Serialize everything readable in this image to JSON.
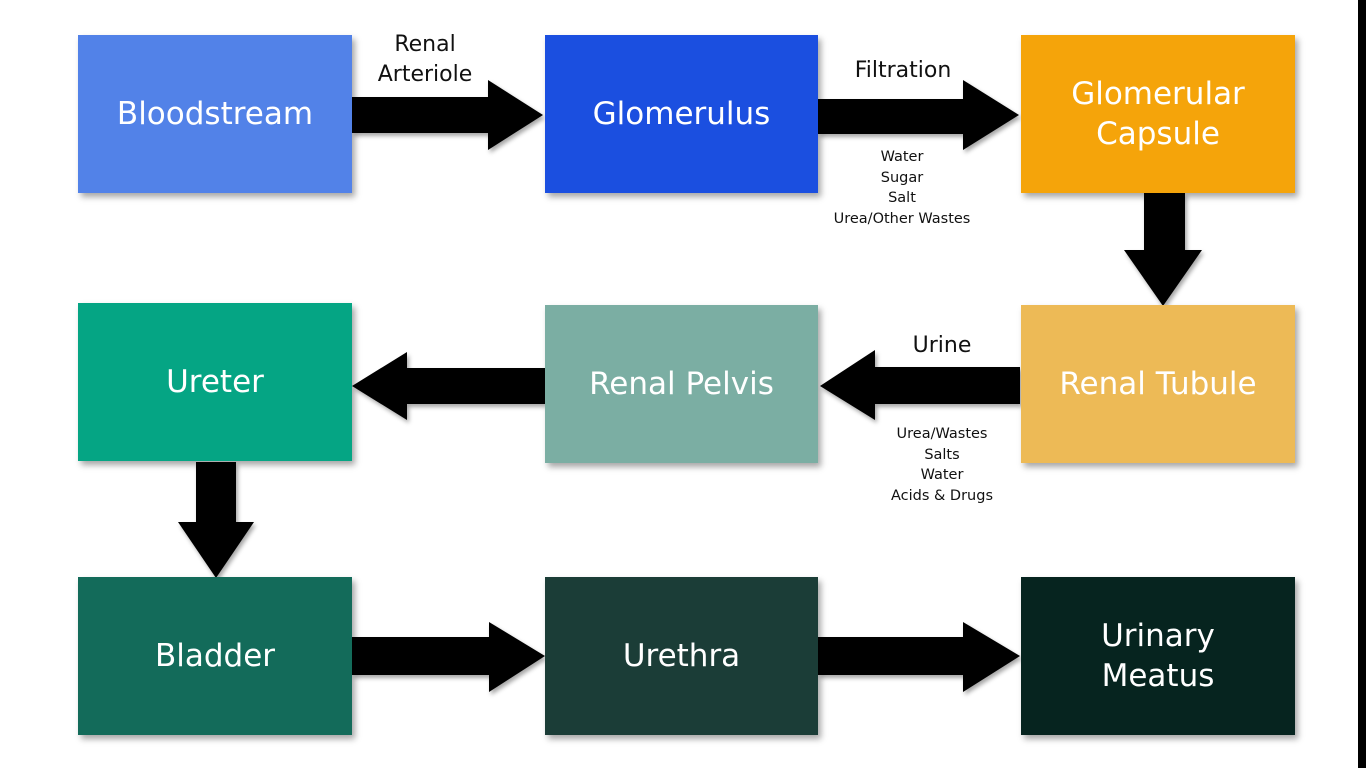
{
  "colors": {
    "bloodstream": "#5282E8",
    "glomerulus": "#1B4FE0",
    "glomerular_capsule": "#F5A40A",
    "renal_tubule": "#EDBA56",
    "renal_pelvis": "#7BAEA3",
    "ureter": "#05A584",
    "bladder": "#136B5A",
    "urethra": "#1B3D37",
    "urinary_meatus": "#06241F",
    "arrow": "#000000"
  },
  "nodes": {
    "bloodstream": "Bloodstream",
    "glomerulus": "Glomerulus",
    "glomerular_capsule": "Glomerular\nCapsule",
    "renal_tubule": "Renal Tubule",
    "renal_pelvis": "Renal Pelvis",
    "ureter": "Ureter",
    "bladder": "Bladder",
    "urethra": "Urethra",
    "urinary_meatus": "Urinary\nMeatus"
  },
  "edges": {
    "bloodstream_to_glomerulus": "Renal\nArteriole",
    "glomerulus_to_capsule": "Filtration",
    "filtrate_contents": "Water\nSugar\nSalt\nUrea/Other Wastes",
    "tubule_to_pelvis": "Urine",
    "urine_contents": "Urea/Wastes\nSalts\nWater\nAcids & Drugs"
  },
  "icons": {
    "arrow": "arrow-icon"
  }
}
